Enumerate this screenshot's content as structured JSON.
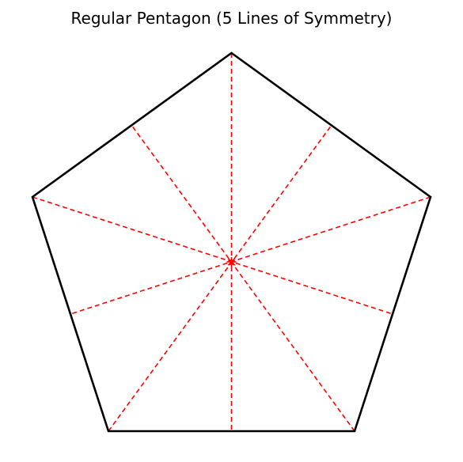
{
  "title": "Regular Pentagon (5 Lines of Symmetry)",
  "colors": {
    "outline": "#000000",
    "symmetry": "#ff0000",
    "background": "#ffffff"
  },
  "pentagon": {
    "sides": 5,
    "lines_of_symmetry": 5
  }
}
